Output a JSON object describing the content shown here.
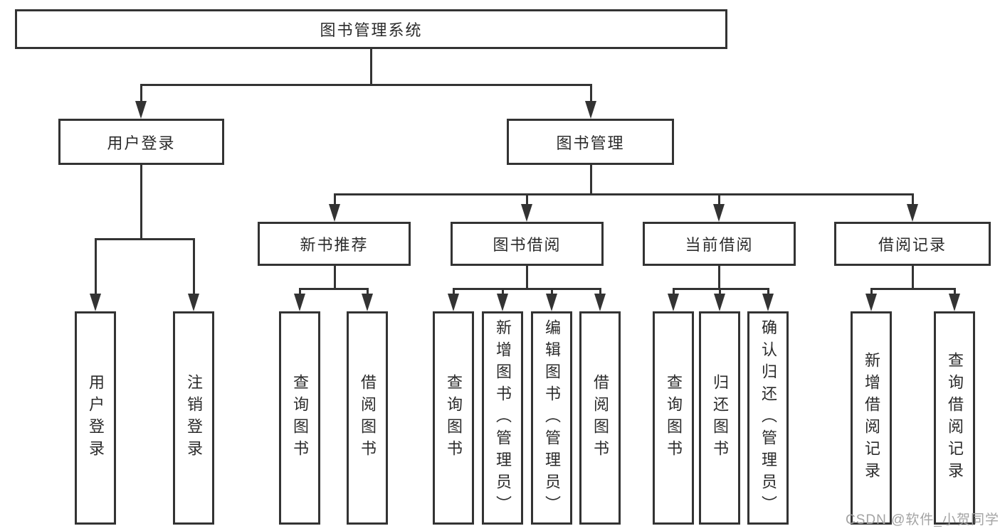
{
  "tree": {
    "root": "图书管理系统",
    "branches": [
      {
        "label": "用户登录",
        "leaves": [
          "用户登录",
          "注销登录"
        ]
      },
      {
        "label": "图书管理",
        "groups": [
          {
            "label": "新书推荐",
            "leaves": [
              "查询图书",
              "借阅图书"
            ]
          },
          {
            "label": "图书借阅",
            "leaves": [
              "查询图书",
              "新增图书（管理员）",
              "编辑图书（管理员）",
              "借阅图书"
            ]
          },
          {
            "label": "当前借阅",
            "leaves": [
              "查询图书",
              "归还图书",
              "确认归还（管理员）"
            ]
          },
          {
            "label": "借阅记录",
            "leaves": [
              "新增借阅记录",
              "查询借阅记录"
            ]
          }
        ]
      }
    ]
  },
  "watermark": "CSDN @软件_小贺同学",
  "colors": {
    "line": "#333333",
    "border": "#333333",
    "text": "#2b2b2b",
    "watermark": "#a3a3a3",
    "background": "#ffffff"
  }
}
